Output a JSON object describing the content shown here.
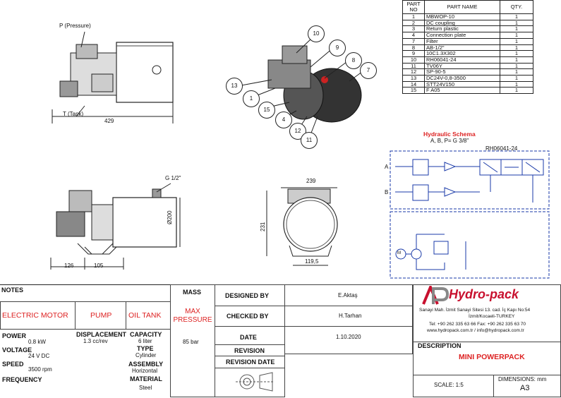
{
  "views": {
    "top": {
      "pressure_label": "P (Pressure)",
      "tank_label": "T (Tank)",
      "length": "429"
    },
    "front": {
      "port_label": "G 1/2\"",
      "dia": "Ø200",
      "dim_left": "126",
      "dim_right": "105"
    },
    "end": {
      "width": "239",
      "height": "231",
      "bottom": "119,5"
    }
  },
  "balloons": [
    "10",
    "9",
    "8",
    "7",
    "13",
    "1",
    "15",
    "4",
    "12",
    "11"
  ],
  "parts_table": {
    "headers": [
      "PART NO",
      "PART NAME",
      "QTY."
    ],
    "rows": [
      [
        "1",
        "MBWOP-10",
        "1"
      ],
      [
        "2",
        "DC coupling",
        "1"
      ],
      [
        "3",
        "Return plastic",
        "1"
      ],
      [
        "4",
        "Connection plate",
        "1"
      ],
      [
        "7",
        "Filter",
        "1"
      ],
      [
        "8",
        "AB-1/2\"",
        "1"
      ],
      [
        "9",
        "10C1.3X302",
        "1"
      ],
      [
        "10",
        "RH06041-24",
        "1"
      ],
      [
        "11",
        "TV06Y",
        "1"
      ],
      [
        "12",
        "SP-90-5",
        "1"
      ],
      [
        "13",
        "DC24V-0,8-3500",
        "1"
      ],
      [
        "14",
        "STT24V150",
        "1"
      ],
      [
        "15",
        "F A05",
        "1"
      ]
    ]
  },
  "schema": {
    "title": "Hydraulic Schema",
    "subtitle": "A, B, P= G 3/8\"",
    "valve": "RH06041-24",
    "port_a": "A",
    "port_b": "B",
    "motor": "M"
  },
  "title_block": {
    "notes": "NOTES",
    "mass": "MASS",
    "electric_motor": "ELECTRIC MOTOR",
    "pump": "PUMP",
    "oil_tank": "OIL TANK",
    "max_pressure": "MAX PRESSURE",
    "power_label": "POWER",
    "power_value": "0.8 kW",
    "voltage_label": "VOLTAGE",
    "voltage_value": "24 V DC",
    "speed_label": "SPEED",
    "speed_value": "3500 rpm",
    "frequency_label": "FREQUENCY",
    "displacement_label": "DISPLACEMENT",
    "displacement_value": "1.3 cc/rev",
    "capacity_label": "CAPACITY",
    "capacity_value": "6 liter",
    "type_label": "TYPE",
    "type_value": "Cylinder",
    "assembly_label": "ASSEMBLY",
    "assembly_value": "Horizontal",
    "material_label": "MATERIAL",
    "material_value": "Steel",
    "pressure_value": "85 bar",
    "designed_by_label": "DESIGNED BY",
    "designed_by": "E.Aktaş",
    "checked_by_label": "CHECKED BY",
    "checked_by": "H.Tarhan",
    "date_label": "DATE",
    "date": "1.10.2020",
    "revision_label": "REVISION",
    "revision_date_label": "REVISION DATE",
    "company_name": "Hydro-pack",
    "address1": "Sanayi Mah. İzmit Sanayi Sitesi 13. cad. İç Kapı No:54",
    "address2": "İzmit/Kocaeli-TURKEY",
    "phone": "Tel: +90 262 335 63 66 Fax: +90 262 335 63 70",
    "web": "www.hydropack.com.tr / info@hydropack.com.tr",
    "description_label": "DESCRIPTION",
    "description": "MINI POWERPACK",
    "scale": "SCALE: 1:5",
    "dimensions": "DIMENSIONS: mm",
    "sheet": "A3"
  },
  "colors": {
    "accent_red": "#dd2222",
    "schema_blue": "#1a3aa8",
    "logo_red": "#c8102e"
  }
}
